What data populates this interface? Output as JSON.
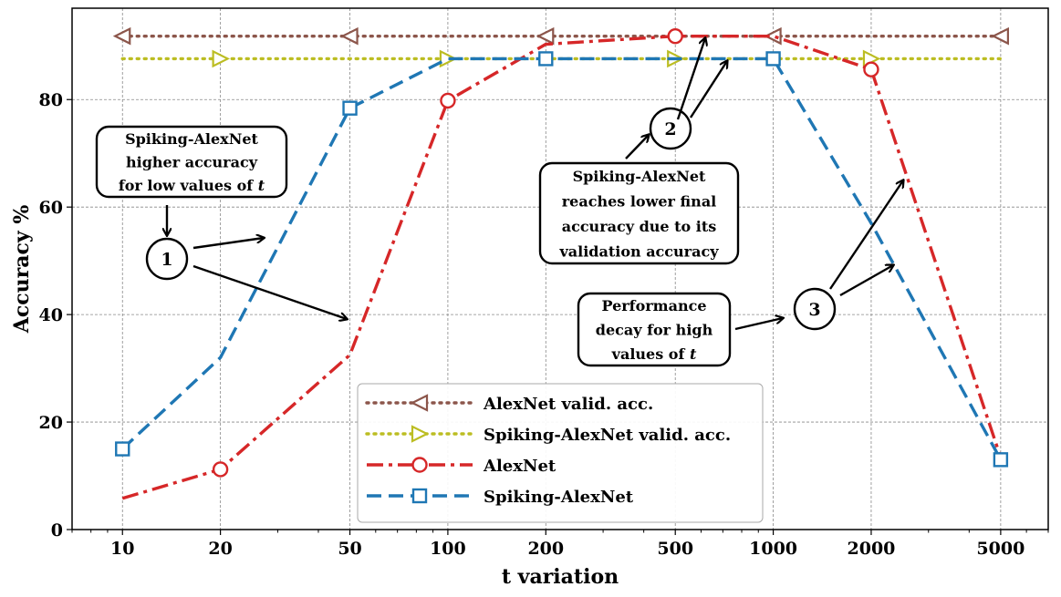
{
  "chart_data": {
    "type": "line",
    "xscale": "log",
    "xlabel": "t variation",
    "ylabel": "Accuracy %",
    "x": [
      10,
      20,
      50,
      100,
      200,
      500,
      1000,
      2000,
      5000
    ],
    "xticks": [
      "10",
      "20",
      "50",
      "100",
      "200",
      "500",
      "1000",
      "2000",
      "5000"
    ],
    "yticks": [
      "0",
      "20",
      "40",
      "60",
      "80"
    ],
    "ylim": [
      0,
      97
    ],
    "grid": true,
    "legend_position": "bottom-center",
    "series": [
      {
        "name": "AlexNet valid. acc.",
        "values": [
          91.8,
          91.8,
          91.8,
          91.8,
          91.8,
          91.8,
          91.8,
          91.8,
          91.8
        ],
        "color": "#8c564b",
        "dash": "dotted",
        "marker": "triangle-left",
        "markers": [
          0,
          2,
          4,
          6,
          8
        ]
      },
      {
        "name": "Spiking-AlexNet valid. acc.",
        "values": [
          87.6,
          87.6,
          87.6,
          87.6,
          87.6,
          87.6,
          87.6,
          87.6,
          87.6
        ],
        "color": "#bcbd22",
        "dash": "dotted",
        "marker": "triangle-right",
        "markers": [
          1,
          3,
          5,
          7
        ]
      },
      {
        "name": "AlexNet",
        "values": [
          5.8,
          11.2,
          32.5,
          79.8,
          90.3,
          91.8,
          91.8,
          85.6,
          13.4
        ],
        "color": "#d62728",
        "dash": "dashdot",
        "marker": "circle",
        "markers": [
          1,
          3,
          5,
          7
        ]
      },
      {
        "name": "Spiking-AlexNet",
        "values": [
          15.0,
          32.0,
          78.4,
          87.6,
          87.6,
          87.6,
          87.6,
          57.0,
          13.0
        ],
        "color": "#1f77b4",
        "dash": "dashed",
        "marker": "square",
        "markers": [
          0,
          2,
          4,
          6,
          8
        ]
      }
    ],
    "annotations": [
      {
        "label": "1",
        "text": [
          "Spiking-AlexNet",
          "higher accuracy",
          "for low values of t"
        ]
      },
      {
        "label": "2",
        "text": [
          "Spiking-AlexNet",
          "reaches lower final",
          "accuracy due to its",
          "validation accuracy"
        ]
      },
      {
        "label": "3",
        "text": [
          "Performance",
          "decay for high",
          "values of t"
        ]
      }
    ]
  }
}
